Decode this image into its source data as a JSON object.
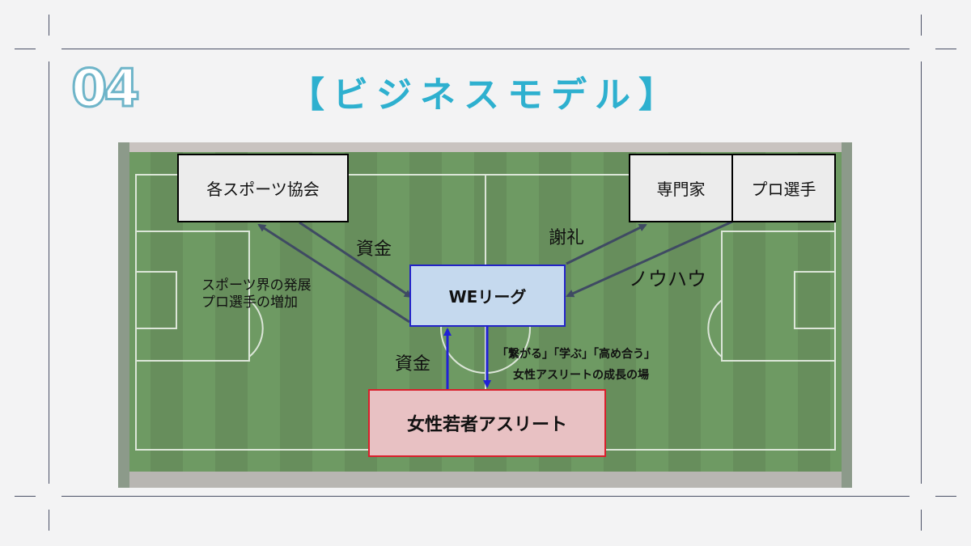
{
  "slide": {
    "number": "04",
    "title": "【ビジネスモデル】"
  },
  "diagram": {
    "nodes": {
      "associations": "各スポーツ協会",
      "experts": "専門家",
      "pros": "プロ選手",
      "league": "WEリーグ",
      "athletes": "女性若者アスリート"
    },
    "edge_labels": {
      "funds_top": "資金",
      "honorarium": "謝礼",
      "knowhow": "ノウハウ",
      "dev_line1": "スポーツ界の発展",
      "dev_line2": "プロ選手の増加",
      "funds_bottom": "資金",
      "place_line1": "「繋がる」「学ぶ」「高め合う」",
      "place_line2": "女性アスリートの成長の場"
    },
    "colors": {
      "arrow_gray": "#3f4a63",
      "arrow_blue": "#2121d6",
      "title": "#2eb0cf",
      "field_green": "#55864a"
    }
  }
}
